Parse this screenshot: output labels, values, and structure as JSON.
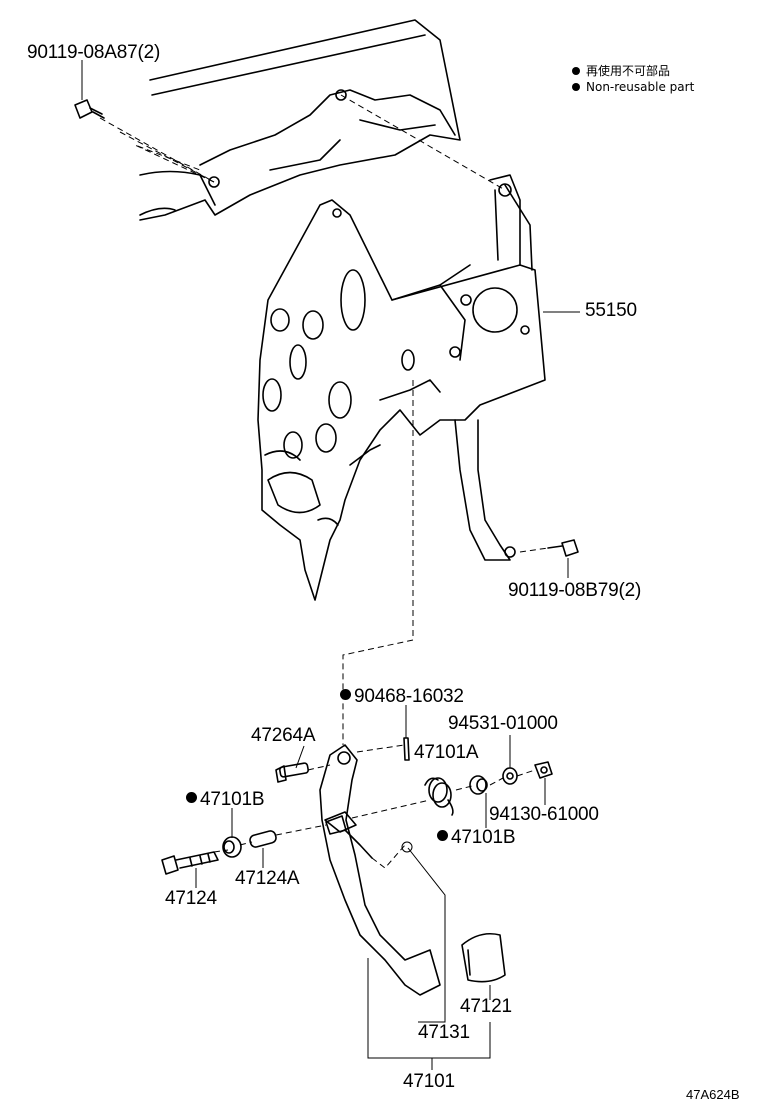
{
  "legend": {
    "non_reusable_jp": "再使用不可部品",
    "non_reusable_en": "Non-reusable part"
  },
  "parts": {
    "bolt_top": "90119-08A87(2)",
    "bracket": "55150",
    "bolt_bracket": "90119-08B79(2)",
    "pin": "90468-16032",
    "shaft_a": "47264A",
    "collar_a": "47101A",
    "washer": "94531-01000",
    "nut": "94130-61000",
    "bushing_left": "47101B",
    "bushing_right": "47101B",
    "bolt_pivot": "47124",
    "collar_pivot": "47124A",
    "pedal_pad": "47121",
    "pedal_arm": "47131",
    "pedal_assy": "47101"
  },
  "non_reusable_marks": {
    "pin": true,
    "bushing_left": true,
    "bushing_right": true
  },
  "figure_code": "47A624B"
}
